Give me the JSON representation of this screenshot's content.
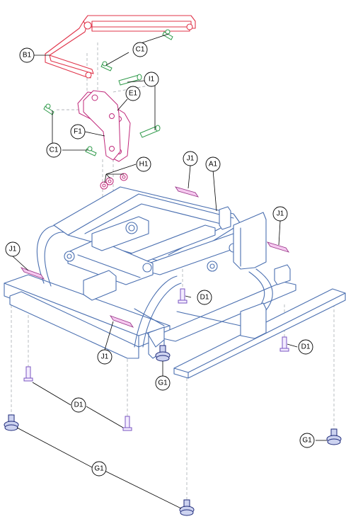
{
  "labels": {
    "A1": "A1",
    "B1": "B1",
    "C1": "C1",
    "D1": "D1",
    "E1": "E1",
    "F1": "F1",
    "G1": "G1",
    "H1": "H1",
    "I1": "I1",
    "J1": "J1"
  },
  "colors": {
    "frame": "#4a6fb0",
    "bracket": "#e0344a",
    "plate": "#c0287a",
    "clip": "#2f9a4a",
    "bolt": "#7a55c0",
    "glide": "#1e2a7a",
    "pad": "#9a3a8a"
  }
}
